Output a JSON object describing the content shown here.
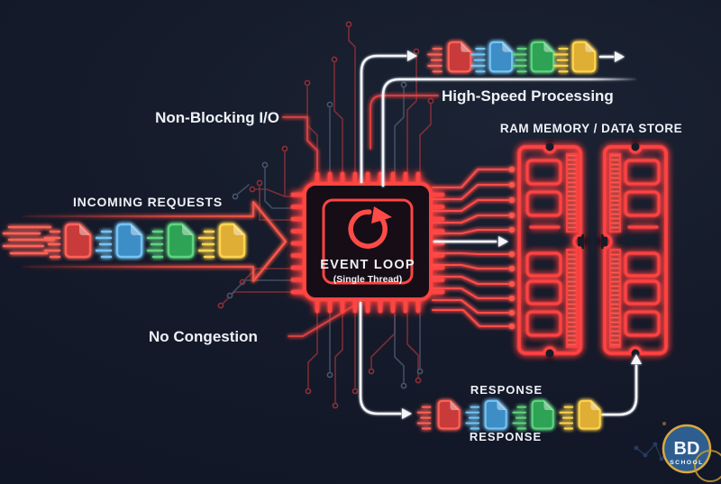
{
  "background": "#141a28",
  "neon_red": "#ff4343",
  "labels": {
    "non_blocking_io": "Non-Blocking I/O",
    "incoming_requests": "INCOMING REQUESTS",
    "high_speed_processing": "High-Speed Processing",
    "ram_memory": "RAM MEMORY / DATA STORE",
    "no_congestion": "No Congestion",
    "response_top": "RESPONSE",
    "response_bottom": "RESPONSE"
  },
  "chip": {
    "title": "EVENT LOOP",
    "subtitle": "(Single Thread)"
  },
  "documents": {
    "order": [
      "red",
      "blue",
      "green",
      "yellow"
    ],
    "colors": {
      "red": {
        "fill": "#c93a3a",
        "stroke": "#ff6257"
      },
      "blue": {
        "fill": "#3e8ec6",
        "stroke": "#74c3f2"
      },
      "green": {
        "fill": "#2fa254",
        "stroke": "#5ed47e"
      },
      "yellow": {
        "fill": "#dfae35",
        "stroke": "#ffd44d"
      }
    },
    "rows": [
      "incoming-requests",
      "processed-output",
      "response"
    ]
  },
  "ram": {
    "stick_count": 2
  },
  "logo": {
    "primary": "BD",
    "secondary": "SCHOOL",
    "ring_color": "#d9a93f",
    "disc_color": "#2e5e90"
  }
}
